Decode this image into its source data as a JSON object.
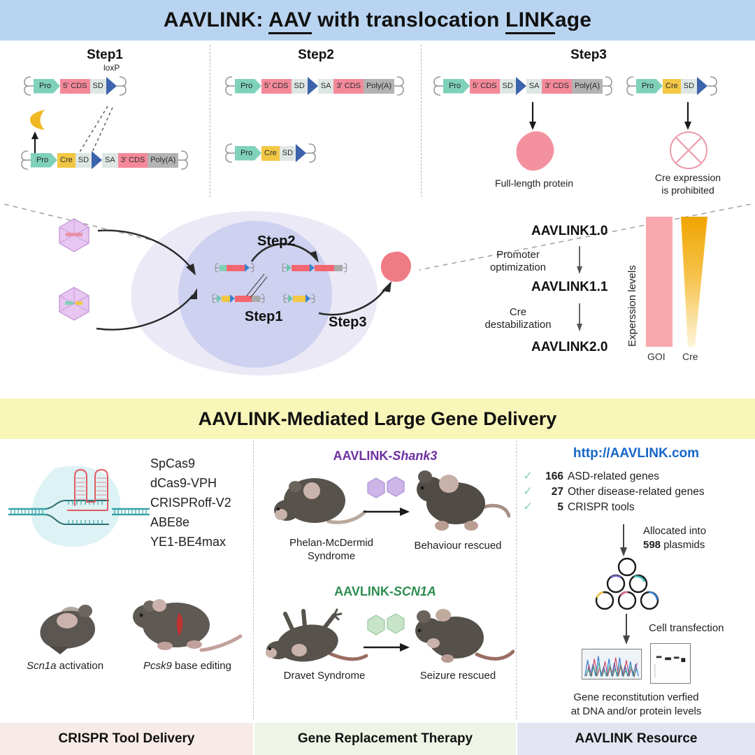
{
  "header": {
    "title_parts": [
      "AAVLINK: ",
      "AAV",
      " with translocation ",
      "LINK",
      "age"
    ],
    "title_full": "AAVLINK: AAV with translocation LINKage",
    "band_color": "#b9d4f0"
  },
  "steps": {
    "step1": {
      "label": "Step1",
      "loxp_label": "loxP",
      "construct_top": [
        "Pro",
        "5' CDS",
        "SD"
      ],
      "construct_bottom": [
        "Pro",
        "Cre",
        "SD",
        "SA",
        "3' CDS",
        "Poly(A)"
      ]
    },
    "step2": {
      "label": "Step2",
      "construct_top": [
        "Pro",
        "5' CDS",
        "SD",
        "SA",
        "3' CDS",
        "Poly(A)"
      ],
      "construct_bottom": [
        "Pro",
        "Cre",
        "SD"
      ]
    },
    "step3": {
      "label": "Step3",
      "construct_left": [
        "Pro",
        "5' CDS",
        "SD",
        "SA",
        "3' CDS",
        "Poly(A)"
      ],
      "construct_right": [
        "Pro",
        "Cre",
        "SD"
      ],
      "caption_left": "Full-length protein",
      "caption_right_line1": "Cre expression",
      "caption_right_line2": "is prohibited"
    }
  },
  "middle": {
    "step1_label": "Step1",
    "step2_label": "Step2",
    "step3_label": "Step3",
    "versions": {
      "v1": "AAVLINK1.0",
      "v2": "AAVLINK1.1",
      "v3": "AAVLINK2.0",
      "opt1_line1": "Promoter",
      "opt1_line2": "optimization",
      "opt2_line1": "Cre",
      "opt2_line2": "destabilization"
    },
    "chart_axis_label": "Experssion levels",
    "bar_goi_label": "GOI",
    "bar_cre_label": "Cre"
  },
  "chart_data": {
    "type": "bar",
    "title": "Expression levels",
    "categories": [
      "GOI",
      "Cre"
    ],
    "values": [
      100,
      100
    ],
    "series": [
      {
        "name": "GOI",
        "value": 100,
        "shape": "rectangle",
        "color": "#f9a8ad",
        "note": "uniform high expression across AAVLINK versions"
      },
      {
        "name": "Cre",
        "value": 100,
        "shape": "descending-wedge",
        "color": "#f0a500",
        "note": "tapers from high at AAVLINK1.0 to low at AAVLINK2.0"
      }
    ],
    "ylabel": "Experssion levels",
    "xlabel": "",
    "grid": false,
    "legend": "none"
  },
  "banner": {
    "text": "AAVLINK-Mediated Large Gene Delivery",
    "color": "#f8f6b8"
  },
  "bottom": {
    "crispr": {
      "footer": "CRISPR Tool Delivery",
      "tools": [
        "SpCas9",
        "dCas9-VPH",
        "CRISPRoff-V2",
        "ABE8e",
        "YE1-BE4max"
      ],
      "mouse1_italic": "Scn1a",
      "mouse1_rest": " activation",
      "mouse2_italic": "Pcsk9",
      "mouse2_rest": " base editing"
    },
    "therapy": {
      "footer": "Gene Replacement Therapy",
      "shank3_prefix": "AAVLINK-",
      "shank3_gene": "Shank3",
      "shank3_left_line1": "Phelan-McDermid",
      "shank3_left_line2": "Syndrome",
      "shank3_right": "Behaviour rescued",
      "scn1a_prefix": "AAVLINK-",
      "scn1a_gene": "SCN1A",
      "scn1a_left": "Dravet Syndrome",
      "scn1a_right": "Seizure rescued"
    },
    "resource": {
      "footer": "AAVLINK Resource",
      "url": "http://AAVLINK.com",
      "items": [
        {
          "count": "166",
          "text": "ASD-related genes"
        },
        {
          "count": "27",
          "text": "Other disease-related genes"
        },
        {
          "count": "5",
          "text": "CRISPR tools"
        }
      ],
      "alloc_line1": "Allocated into",
      "alloc_count": "598",
      "alloc_line2_rest": " plasmids",
      "transfection": "Cell transfection",
      "verify_line1": "Gene reconstitution verfied",
      "verify_line2": "at DNA and/or protein levels"
    }
  },
  "colors": {
    "promoter": "#7fd1b9",
    "cds": "#f4899a",
    "sd_sa": "#dfe7e5",
    "cre": "#f2c744",
    "polya": "#b3b3b3",
    "loxp_triangle": "#3c63ab",
    "protein_blob": "#f4899a",
    "capsid": "#e3c3ef",
    "cell": "#c9cdef"
  }
}
